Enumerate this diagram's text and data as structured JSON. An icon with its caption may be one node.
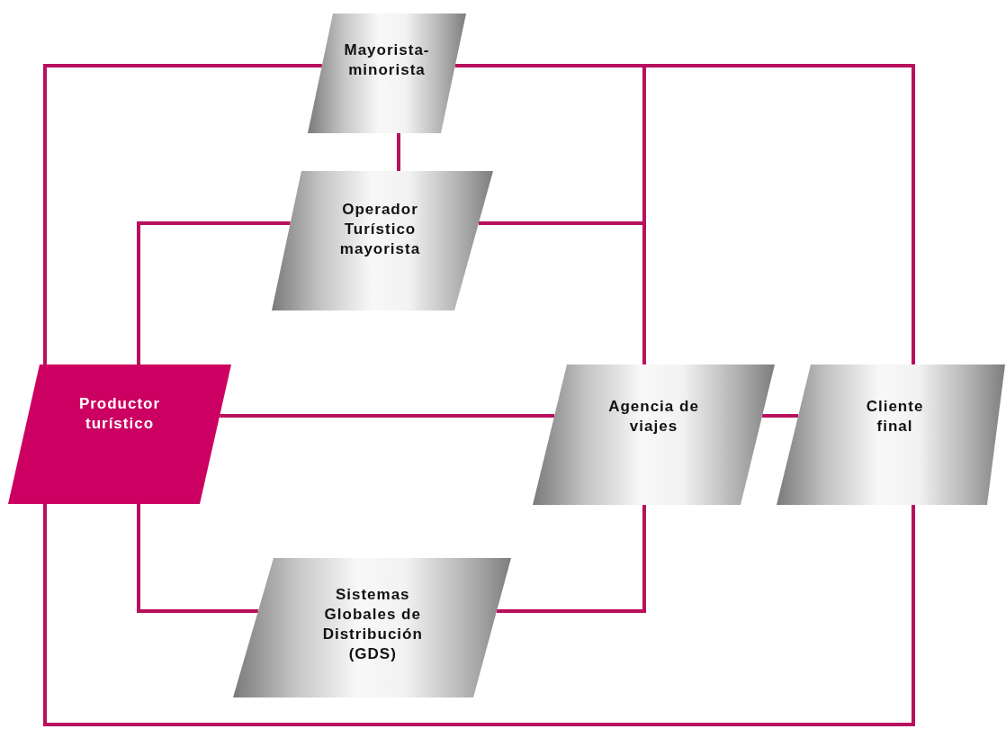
{
  "diagram": {
    "nodes": [
      {
        "text": [
          "Mayorista- minorista"
        ]
      },
      {
        "text": [
          "Operador Turístico mayorista"
        ]
      },
      {
        "text": [
          "Productor turístico"
        ]
      },
      {
        "text": [
          "Agencia de viajes"
        ]
      },
      {
        "text": [
          "Cliente final"
        ]
      },
      {
        "text": [
          "Sistemas Globales de Distribución (GDS)"
        ]
      }
    ],
    "edges": [
      {
        "from": 0,
        "to": 2,
        "arrow": "none"
      },
      {
        "from": 0,
        "to": 1,
        "arrow": "none"
      },
      {
        "from": 0,
        "to": 3,
        "arrow": "none"
      },
      {
        "from": 0,
        "to": 4,
        "arrow": "none"
      },
      {
        "from": 1,
        "to": 2,
        "arrow": "none"
      },
      {
        "from": 1,
        "to": 3,
        "arrow": "none"
      },
      {
        "from": 2,
        "to": 3,
        "arrow": "none"
      },
      {
        "from": 3,
        "to": 4,
        "arrow": "none"
      },
      {
        "from": 2,
        "to": 5,
        "arrow": "none"
      },
      {
        "from": 5,
        "to": 3,
        "arrow": "none"
      },
      {
        "from": 2,
        "to": 4,
        "arrow": "none"
      }
    ]
  }
}
